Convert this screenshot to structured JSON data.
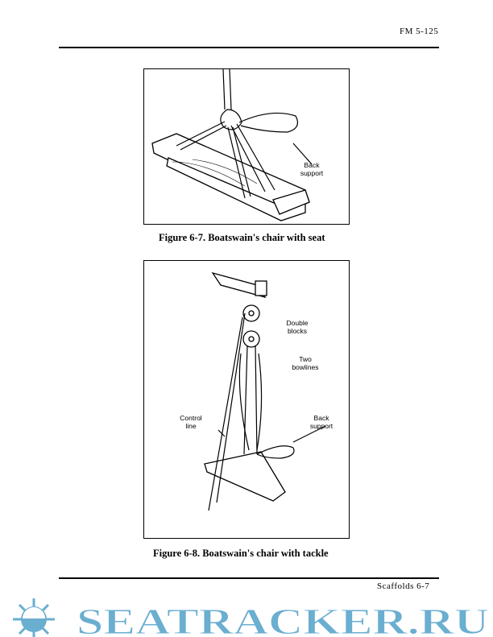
{
  "header": {
    "doc_id": "FM 5-125"
  },
  "figure1": {
    "caption": "Figure 6-7. Boatswain's chair with seat",
    "labels": {
      "back_support": "Back support"
    }
  },
  "figure2": {
    "caption": "Figure 6-8. Boatswain's chair with tackle",
    "labels": {
      "double_blocks": "Double blocks",
      "two_bowlines": "Two bowlines",
      "control_line": "Control line",
      "back_support": "Back support"
    }
  },
  "footer": {
    "page": "Scaffolds 6-7"
  },
  "watermark": {
    "text": "SEATRACKER.RU",
    "color": "#6aaed0"
  }
}
